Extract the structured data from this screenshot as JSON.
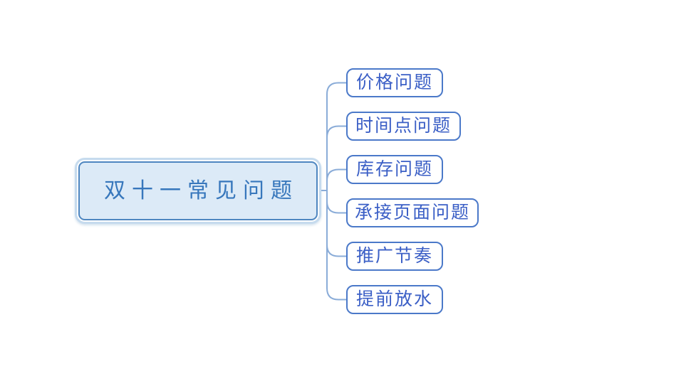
{
  "diagram": {
    "type": "mindmap",
    "root": {
      "label": "双十一常见问题"
    },
    "branches": [
      {
        "label": "价格问题"
      },
      {
        "label": "时间点问题"
      },
      {
        "label": "库存问题"
      },
      {
        "label": "承接页面问题"
      },
      {
        "label": "推广节奏"
      },
      {
        "label": "提前放水"
      }
    ],
    "theme": {
      "background": "#ffffff",
      "root_fill": "#dceaf7",
      "root_border": "#4e86c0",
      "root_glow": "#c6dbee",
      "root_text": "#3777bc",
      "branch_fill": "#ffffff",
      "branch_border": "#4b79c9",
      "branch_text": "#3b5fc6",
      "connector": "#8aacd8"
    }
  }
}
